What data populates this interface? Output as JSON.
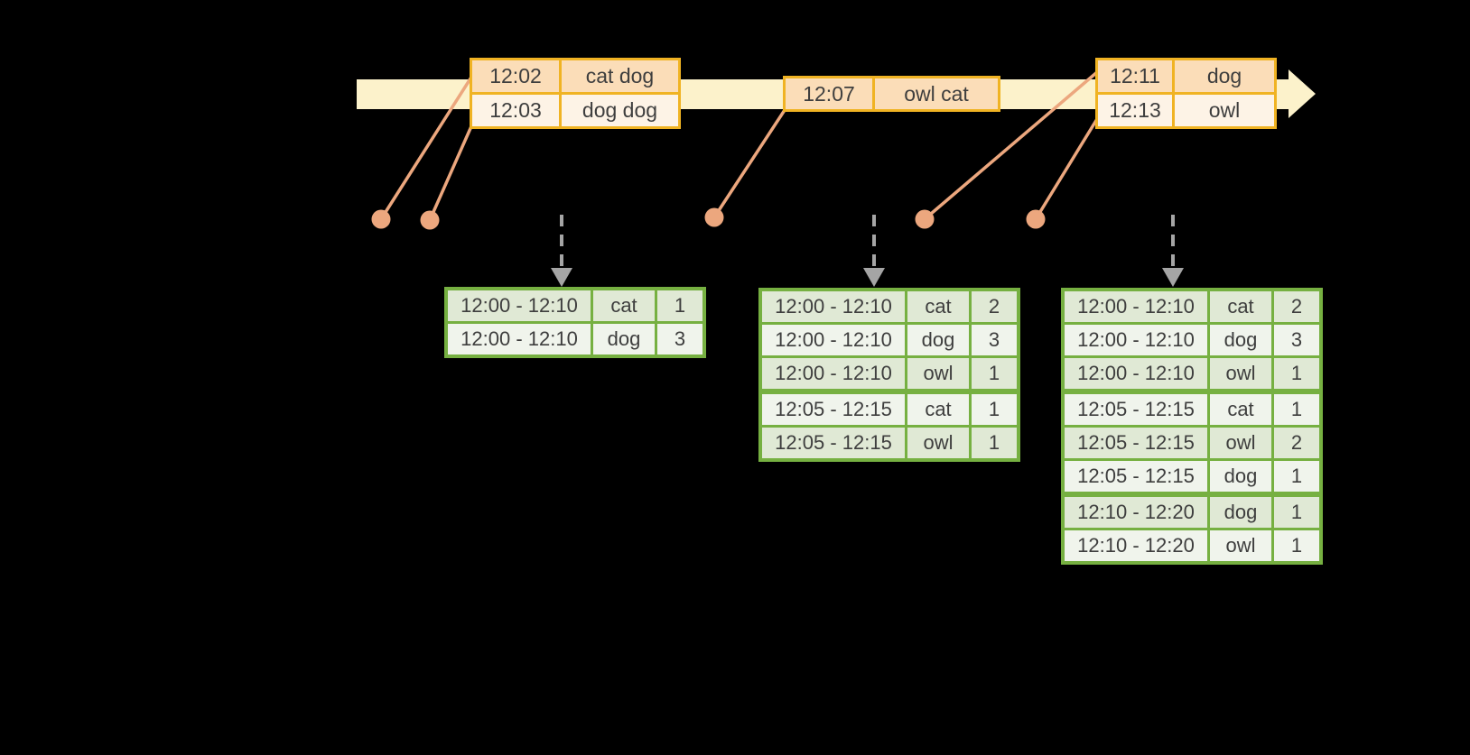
{
  "colors": {
    "background": "#000000",
    "timeline_fill": "#FCF2CB",
    "event_border": "#F0B323",
    "event_row_odd": "#FBDDB8",
    "event_row_even": "#FDF3E6",
    "connector": "#ECA77E",
    "result_border": "#76B041",
    "result_row_odd": "#E0E9D5",
    "result_row_even": "#F0F4EC",
    "arrow_gray": "#A5A5A5",
    "text": "#3E3E3E"
  },
  "timeline": {
    "event_tables": [
      {
        "rows": [
          {
            "time": "12:02",
            "words": "cat dog"
          },
          {
            "time": "12:03",
            "words": "dog dog"
          }
        ]
      },
      {
        "rows": [
          {
            "time": "12:07",
            "words": "owl cat"
          }
        ]
      },
      {
        "rows": [
          {
            "time": "12:11",
            "words": "dog"
          },
          {
            "time": "12:13",
            "words": "owl"
          }
        ]
      }
    ]
  },
  "result_tables": [
    {
      "rows": [
        {
          "window": "12:00 - 12:10",
          "word": "cat",
          "count": "1"
        },
        {
          "window": "12:00 - 12:10",
          "word": "dog",
          "count": "3"
        }
      ]
    },
    {
      "rows": [
        {
          "window": "12:00 - 12:10",
          "word": "cat",
          "count": "2"
        },
        {
          "window": "12:00 - 12:10",
          "word": "dog",
          "count": "3"
        },
        {
          "window": "12:00 - 12:10",
          "word": "owl",
          "count": "1"
        },
        {
          "window": "12:05 - 12:15",
          "word": "cat",
          "count": "1"
        },
        {
          "window": "12:05 - 12:15",
          "word": "owl",
          "count": "1"
        }
      ]
    },
    {
      "rows": [
        {
          "window": "12:00 - 12:10",
          "word": "cat",
          "count": "2"
        },
        {
          "window": "12:00 - 12:10",
          "word": "dog",
          "count": "3"
        },
        {
          "window": "12:00 - 12:10",
          "word": "owl",
          "count": "1"
        },
        {
          "window": "12:05 - 12:15",
          "word": "cat",
          "count": "1"
        },
        {
          "window": "12:05 - 12:15",
          "word": "owl",
          "count": "2"
        },
        {
          "window": "12:05 - 12:15",
          "word": "dog",
          "count": "1"
        },
        {
          "window": "12:10 - 12:20",
          "word": "dog",
          "count": "1"
        },
        {
          "window": "12:10 - 12:20",
          "word": "owl",
          "count": "1"
        }
      ]
    }
  ]
}
